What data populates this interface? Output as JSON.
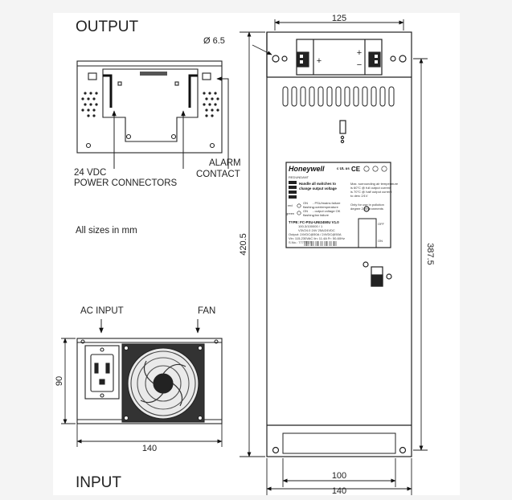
{
  "titles": {
    "output": "OUTPUT",
    "input": "INPUT"
  },
  "labels": {
    "power_connectors_line1": "24 VDC",
    "power_connectors_line2": "POWER CONNECTORS",
    "alarm_line1": "ALARM",
    "alarm_line2": "CONTACT",
    "all_sizes": "All sizes in mm",
    "ac_input": "AC INPUT",
    "fan": "FAN"
  },
  "dimensions": {
    "hole_diameter": "Ø 6.5",
    "top_width": "125",
    "total_height": "420.5",
    "inner_height": "387.5",
    "bottom_inner_width": "100",
    "bottom_width": "140",
    "input_width": "140",
    "input_height": "90"
  },
  "terminal_marks": {
    "minus": "−",
    "plus": "+"
  },
  "nameplate": {
    "brand": "Honeywell",
    "cert_ul": "c UL us",
    "cert_ce": "CE",
    "switch_header": "REDUNDANT",
    "handle_line1": "Handle all switches to",
    "handle_line2": "change output voltage",
    "temp_line1": "Max. surrounding air temperature",
    "temp_line2": "is 60°C @ full output current",
    "temp_line3": "is 70°C @ half output current",
    "temp_line4": "to derc 2/1V",
    "red_label": "red",
    "red_on": "ON",
    "red_on_text": "- PSU/mains failure",
    "red_flash": "flashing",
    "red_flash_text": "- overtemperature",
    "green_label": "green",
    "green_on": "ON",
    "green_on_text": "- output voltage OK",
    "green_flash": "flashing",
    "green_flash_text": "- fan failure",
    "pollution_line1": "Only for use in pollution",
    "pollution_line2": "degree 2 environments",
    "type_line": "TYPE: FC-PSU-UNI2450U V1.0",
    "type_line2": "100-3/100000 / 1",
    "type_line3": "V3V24.0 24V 25A/24VDC",
    "output_line": "Output: 24VDC@50A / 24VDC@50A",
    "input_line": "Vin: 115-230VAC   Iin: 11.4A  Fr: 50-60Hz",
    "serial_line": "S.No.: 7777777",
    "switch_off": "OFF",
    "switch_on": "ON"
  }
}
